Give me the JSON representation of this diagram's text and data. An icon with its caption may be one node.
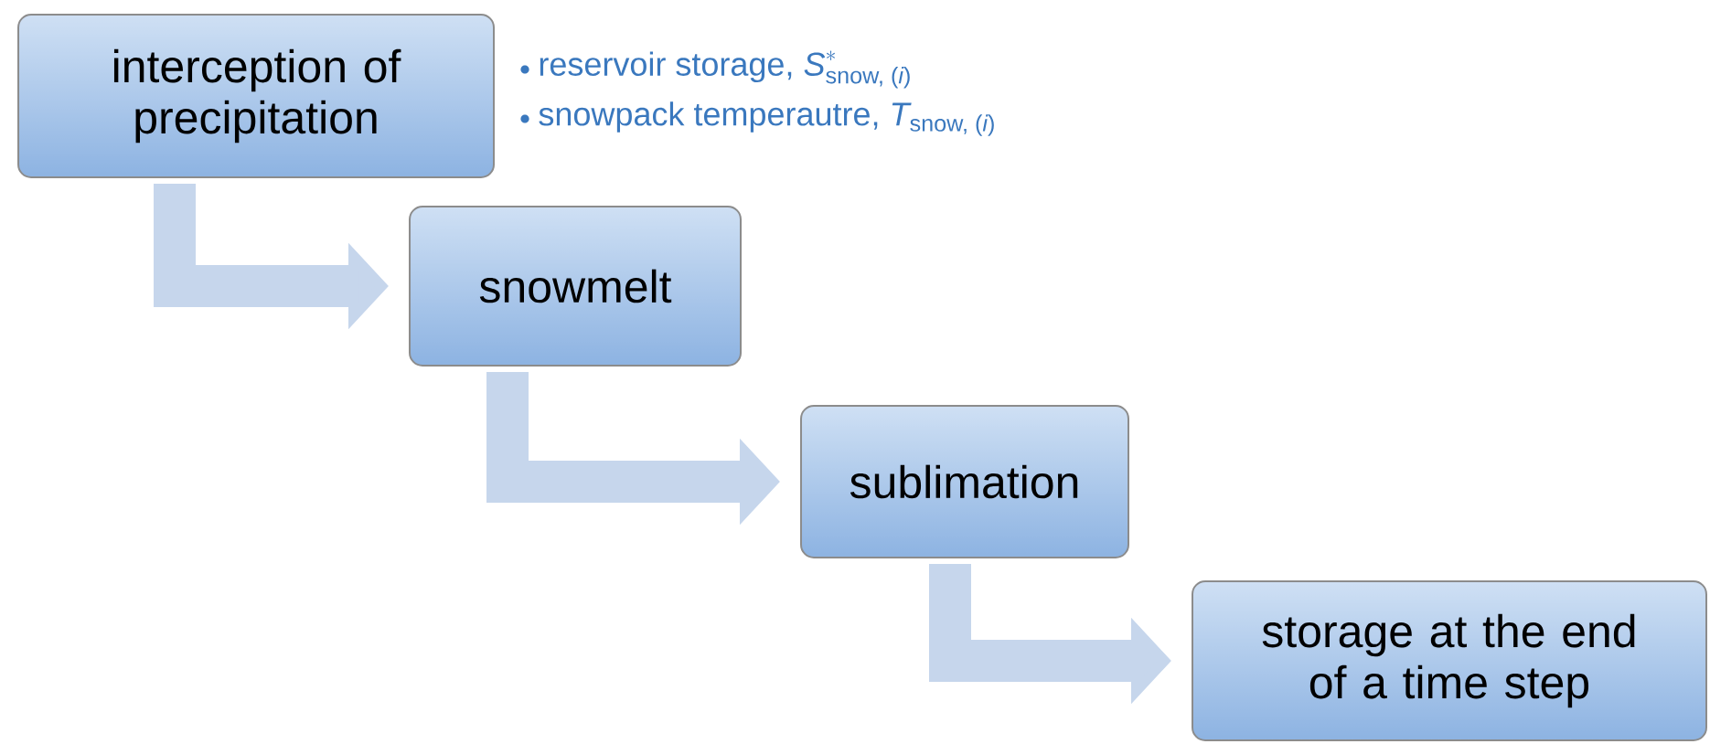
{
  "diagram": {
    "nodes": [
      {
        "text": [
          "interception  of precipitation"
        ],
        "beside": [
          "\\text{reservoir storage, }\\textit{S}^{*}_{\\text{snow, (}\\textit{i}\\text{)}}",
          "\\text{snowpack temperautre, }\\textit{T}_{\\text{snow, (}\\textit{i}\\text{)}}"
        ]
      },
      {
        "text": [
          "snowmelt"
        ]
      },
      {
        "text": [
          "sublimation"
        ]
      },
      {
        "text": [
          "storage at the end of a time step"
        ]
      }
    ],
    "edges": [
      {
        "from": 0,
        "to": 1,
        "arrow": "to"
      },
      {
        "from": 1,
        "to": 2,
        "arrow": "to"
      },
      {
        "from": 2,
        "to": 3,
        "arrow": "to"
      }
    ]
  }
}
